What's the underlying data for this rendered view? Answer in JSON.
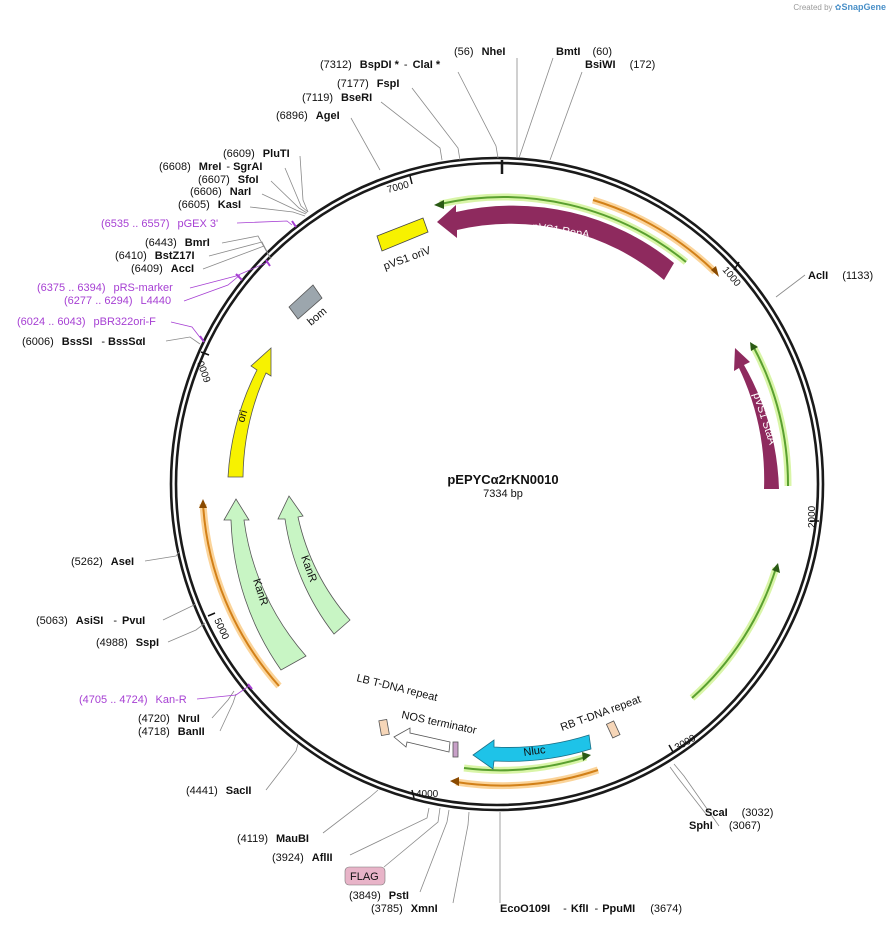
{
  "credit": {
    "prefix": "Created by",
    "brand": "SnapGene"
  },
  "plasmid": {
    "name": "pEPYCα2rKN0010",
    "size_label": "7334 bp"
  },
  "ticks": [
    "1000",
    "2000",
    "3000",
    "4000",
    "5000",
    "6000",
    "7000"
  ],
  "features": {
    "repa": "pVS1 RepA",
    "staa": "pVS1 StaA",
    "oriv": "pVS1 oriV",
    "bom": "bom",
    "ori": "ori",
    "kanr1": "KanR",
    "kanr2": "KanR",
    "nluc": "Nluc",
    "lb": "LB T-DNA repeat",
    "nos": "NOS terminator",
    "rb": "RB T-DNA repeat",
    "flag": "FLAG"
  },
  "sites": {
    "nhei": {
      "pos": "(56)",
      "name": "NheI"
    },
    "bmti": {
      "name": "BmtI",
      "pos": "(60)"
    },
    "bsiwi": {
      "name": "BsiWI",
      "pos": "(172)"
    },
    "bspdi": {
      "pos": "(7312)",
      "name": "BspDI *",
      "sep": "-",
      "name2": "ClaI *"
    },
    "fspi": {
      "pos": "(7177)",
      "name": "FspI"
    },
    "bseri": {
      "pos": "(7119)",
      "name": "BseRI"
    },
    "agei": {
      "pos": "(6896)",
      "name": "AgeI"
    },
    "pluti": {
      "pos": "(6609)",
      "name": "PluTI"
    },
    "mrei": {
      "pos": "(6608)",
      "name": "MreI",
      "sep": "-",
      "name2": "SgrAI"
    },
    "sfoi": {
      "pos": "(6607)",
      "name": "SfoI"
    },
    "nari": {
      "pos": "(6606)",
      "name": "NarI"
    },
    "kasi": {
      "pos": "(6605)",
      "name": "KasI"
    },
    "bmri": {
      "pos": "(6443)",
      "name": "BmrI"
    },
    "bstz17i": {
      "pos": "(6410)",
      "name": "BstZ17I"
    },
    "acci": {
      "pos": "(6409)",
      "name": "AccI"
    },
    "bsssi": {
      "pos": "(6006)",
      "name": "BssSI",
      "sep": "-",
      "name2": "BssSαI"
    },
    "acli": {
      "name": "AclI",
      "pos": "(1133)"
    },
    "asei": {
      "pos": "(5262)",
      "name": "AseI"
    },
    "asisi": {
      "pos": "(5063)",
      "name": "AsiSI",
      "sep": "-",
      "name2": "PvuI"
    },
    "sspi": {
      "pos": "(4988)",
      "name": "SspI"
    },
    "nrui": {
      "pos": "(4720)",
      "name": "NruI"
    },
    "banii": {
      "pos": "(4718)",
      "name": "BanII"
    },
    "sacii": {
      "pos": "(4441)",
      "name": "SacII"
    },
    "maubi": {
      "pos": "(4119)",
      "name": "MauBI"
    },
    "aflii": {
      "pos": "(3924)",
      "name": "AflII"
    },
    "psti": {
      "pos": "(3849)",
      "name": "PstI"
    },
    "xmni": {
      "pos": "(3785)",
      "name": "XmnI"
    },
    "eco": {
      "name": "EcoO109I",
      "sep": "-",
      "name2": "KflI",
      "sep2": "-",
      "name3": "PpuMI",
      "pos": "(3674)"
    },
    "scai": {
      "name": "ScaI",
      "pos": "(3032)"
    },
    "sphi": {
      "name": "SphI",
      "pos": "(3067)"
    }
  },
  "primers": {
    "pgex": {
      "range": "(6535 .. 6557)",
      "name": "pGEX 3'"
    },
    "prs": {
      "range": "(6375 .. 6394)",
      "name": "pRS-marker"
    },
    "l4440": {
      "range": "(6277 .. 6294)",
      "name": "L4440"
    },
    "pbr": {
      "range": "(6024 .. 6043)",
      "name": "pBR322ori-F"
    },
    "kanr": {
      "range": "(4705 .. 4724)",
      "name": "Kan-R"
    }
  },
  "colors": {
    "backbone": "#1a1a1a",
    "repa": "#8e2a5e",
    "staa": "#8e2a5e",
    "oriv": "#f7f200",
    "ori": "#f7f200",
    "bom": "#9ca6ad",
    "kanr": "#c8f5c4",
    "nluc": "#1ec3e8",
    "nos": "#ffffff",
    "lb_rb": "#f6d6b8",
    "green_seq": "#5aa030",
    "green_glow": "#d9f5a8",
    "orange_seq": "#d28018",
    "orange_glow": "#fbd49a",
    "primer": "#a63fd3",
    "flag": "#e8b4c8"
  }
}
